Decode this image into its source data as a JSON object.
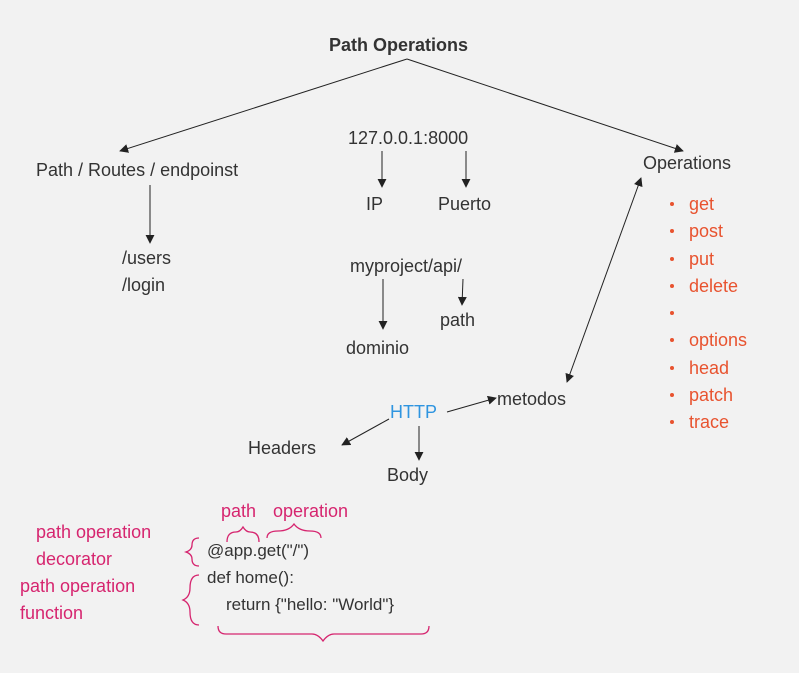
{
  "title": "Path Operations",
  "branches": {
    "routes": {
      "label": "Path / Routes / endpoinst",
      "examples": [
        "/users",
        "/login"
      ]
    },
    "host": {
      "label": "127.0.0.1:8000",
      "ip": "IP",
      "port": "Puerto"
    },
    "project": {
      "label": "myproject/api/",
      "domain": "dominio",
      "path": "path"
    },
    "operations": {
      "label": "Operations",
      "items": [
        "get",
        "post",
        "put",
        "delete",
        "options",
        "head",
        "patch",
        "trace"
      ]
    }
  },
  "http": {
    "label": "HTTP",
    "headers": "Headers",
    "body": "Body",
    "methods": "metodos"
  },
  "code": {
    "annotation_path": "path",
    "annotation_operation": "operation",
    "decorator_label_line1": "path operation",
    "decorator_label_line2": "decorator",
    "function_label_line1": "path operation",
    "function_label_line2": "function",
    "line1": "@app.get(\"/\")",
    "line2": "def home():",
    "line3": "return {\"hello: \"World\"}"
  },
  "colors": {
    "text": "#333333",
    "operations": "#e8532f",
    "http": "#2f95e0",
    "annotations": "#d6256f",
    "background": "#f2f2f2"
  }
}
